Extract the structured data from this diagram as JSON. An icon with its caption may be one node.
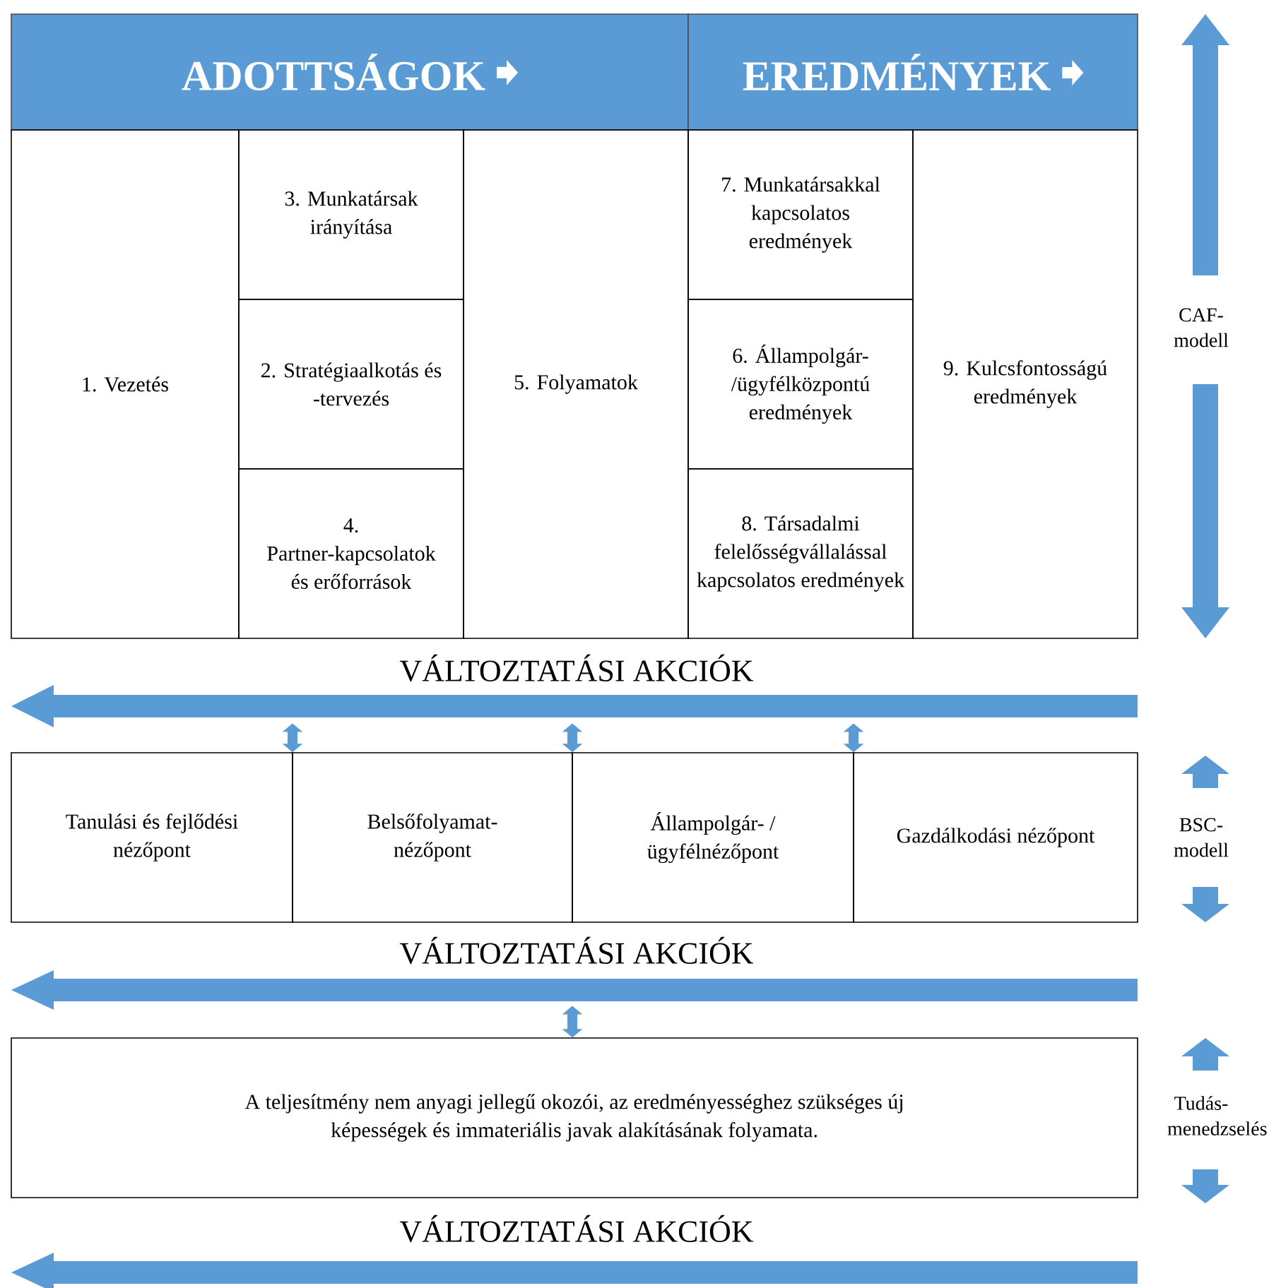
{
  "diagram": {
    "nodes": [
      {
        "text": [
          "ADOTTSÁGOK"
        ]
      },
      {
        "text": [
          "EREDMÉNYEK"
        ]
      },
      {
        "text": [
          "1. Vezetés"
        ]
      },
      {
        "text": [
          "3. Munkatársak irányítása"
        ]
      },
      {
        "text": [
          "2. Stratégiaalkotás és -tervezés"
        ]
      },
      {
        "text": [
          "4. Partner-kapcsolatok és erőforrások"
        ]
      },
      {
        "text": [
          "5. Folyamatok"
        ]
      },
      {
        "text": [
          "7. Munkatársakkal kapcsolatos eredmények"
        ]
      },
      {
        "text": [
          "6. Állampolgár-/ügyfélközpontú eredmények"
        ]
      },
      {
        "text": [
          "8. Társadalmi felelősségvállalással kapcsolatos eredmények"
        ]
      },
      {
        "text": [
          "9. Kulcsfontosságú eredmények"
        ]
      },
      {
        "text": [
          "VÁLTOZTATÁSI AKCIÓK"
        ]
      },
      {
        "text": [
          "Tanulási és fejlődési nézőpont"
        ]
      },
      {
        "text": [
          "Belsőfolyamat-nézőpont"
        ]
      },
      {
        "text": [
          "Állampolgár- / ügyfélnézőpont"
        ]
      },
      {
        "text": [
          "Gazdálkodási nézőpont"
        ]
      },
      {
        "text": [
          "VÁLTOZTATÁSI AKCIÓK"
        ]
      },
      {
        "text": [
          "A teljesítmény nem anyagi jellegű okozói, az eredményességhez szükséges új képességek és immateriális javak alakításának folyamata."
        ]
      },
      {
        "text": [
          "VÁLTOZTATÁSI AKCIÓK"
        ]
      }
    ],
    "edges": [
      {
        "from": 11,
        "to": 12,
        "arrow": "both"
      },
      {
        "from": 11,
        "to": 13,
        "arrow": "both"
      },
      {
        "from": 11,
        "to": 14,
        "arrow": "both"
      },
      {
        "from": 16,
        "to": 17,
        "arrow": "both"
      }
    ],
    "labels": [
      "CAF-modell",
      "BSC-modell",
      "Tudás-menedzselés"
    ]
  }
}
